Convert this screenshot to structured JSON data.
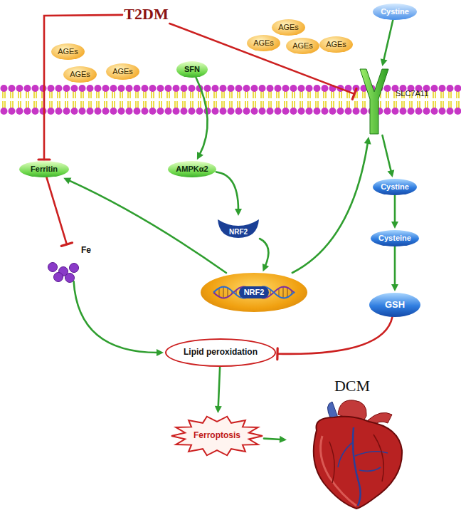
{
  "diagram": {
    "nodes": [
      {
        "text": [
          "T2DM"
        ]
      },
      {
        "text": [
          "AGEs"
        ]
      },
      {
        "text": [
          "AGEs"
        ]
      },
      {
        "text": [
          "AGEs"
        ]
      },
      {
        "text": [
          "AGEs"
        ]
      },
      {
        "text": [
          "AGEs"
        ]
      },
      {
        "text": [
          "AGEs"
        ]
      },
      {
        "text": [
          "AGEs"
        ]
      },
      {
        "text": [
          "Cystine"
        ]
      },
      {
        "text": [
          "SFN"
        ]
      },
      {
        "text": [
          "SLC7A11"
        ]
      },
      {
        "text": [
          "Ferritin"
        ]
      },
      {
        "text": [
          "AMPKα2"
        ]
      },
      {
        "text": [
          "Cystine"
        ]
      },
      {
        "text": [
          "NRF2"
        ]
      },
      {
        "text": [
          "Cysteine"
        ]
      },
      {
        "text": [
          "Fe"
        ]
      },
      {
        "text": [
          "NRF2"
        ]
      },
      {
        "text": [
          "GSH"
        ]
      },
      {
        "text": [
          "Lipid peroxidation"
        ]
      },
      {
        "text": [
          "Ferroptosis"
        ]
      },
      {
        "text": [
          "DCM"
        ]
      }
    ],
    "edges": [
      {
        "from": 0,
        "to": 11,
        "arrow": "to"
      },
      {
        "from": 0,
        "to": 10,
        "arrow": "to"
      },
      {
        "from": 8,
        "to": 10,
        "arrow": "to"
      },
      {
        "from": 10,
        "to": 13,
        "arrow": "to"
      },
      {
        "from": 13,
        "to": 15,
        "arrow": "to"
      },
      {
        "from": 15,
        "to": 18,
        "arrow": "to"
      },
      {
        "from": 9,
        "to": 12,
        "arrow": "to"
      },
      {
        "from": 12,
        "to": 14,
        "arrow": "to"
      },
      {
        "from": 14,
        "to": 17,
        "arrow": "to"
      },
      {
        "from": 17,
        "to": 11,
        "arrow": "to"
      },
      {
        "from": 17,
        "to": 10,
        "arrow": "to"
      },
      {
        "from": 11,
        "to": 16,
        "arrow": "to"
      },
      {
        "from": 16,
        "to": 19,
        "arrow": "to"
      },
      {
        "from": 18,
        "to": 19,
        "arrow": "to"
      },
      {
        "from": 19,
        "to": 20,
        "arrow": "to"
      },
      {
        "from": 20,
        "to": 21,
        "arrow": "to"
      }
    ]
  }
}
